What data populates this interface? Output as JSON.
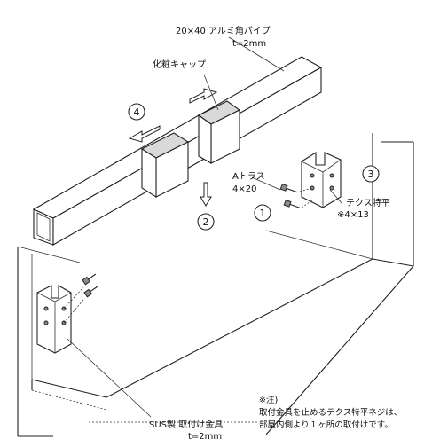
{
  "labels": {
    "pipe_size": "20×40  アルミ角パイプ",
    "pipe_thickness": "t=2mm",
    "cap": "化粧キャップ",
    "screw_a": "Aトラス",
    "screw_a_size": "4×20",
    "screw_tex": "テクス特平",
    "screw_tex_size": "※4×13",
    "bracket": "SUS製  取付け金具",
    "bracket_thickness": "t=2mm",
    "note_title": "※注)",
    "note_line1": "取付金具を止めるテクス特平ネジは、",
    "note_line2": "部屋内側より１ヶ所の取付けです。"
  },
  "steps": {
    "s1": "1",
    "s2": "2",
    "s3": "3",
    "s4": "4"
  }
}
